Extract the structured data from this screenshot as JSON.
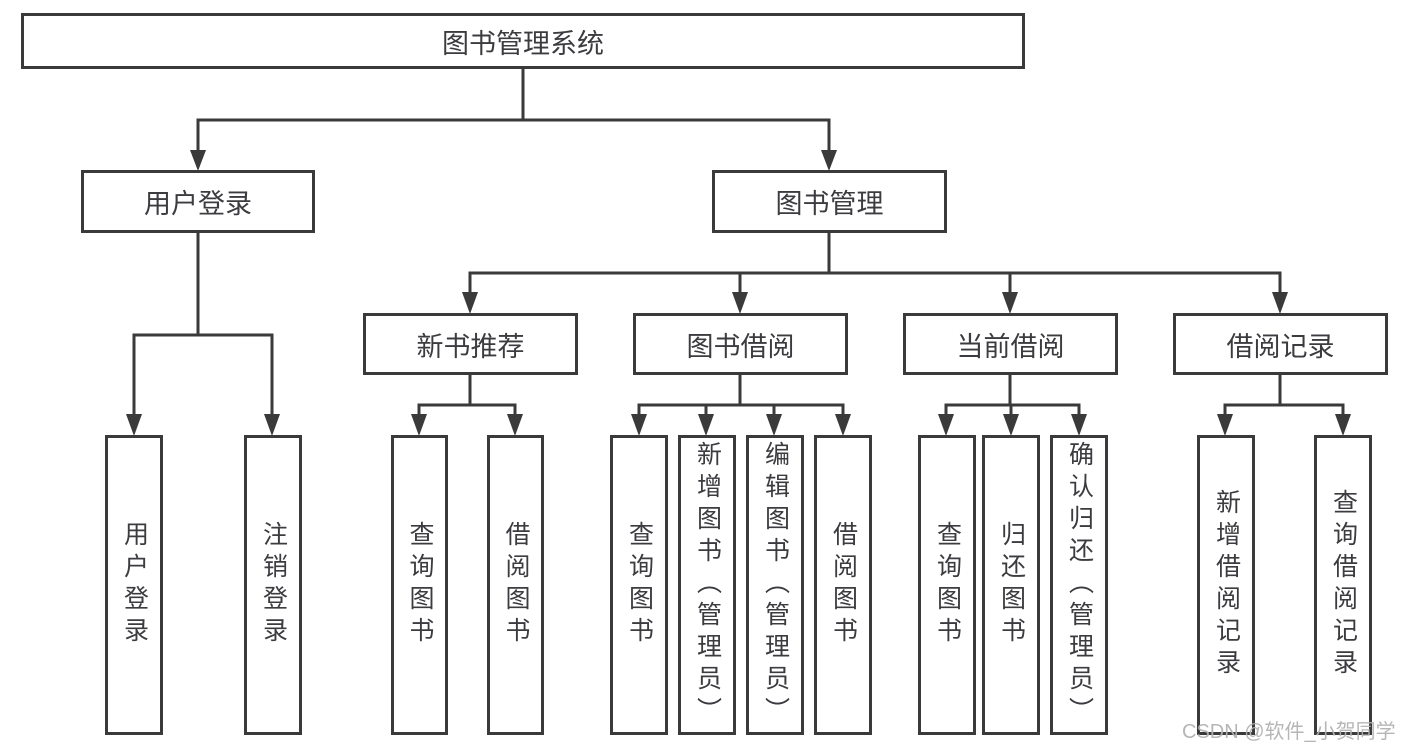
{
  "tree": {
    "label": "图书管理系统",
    "children": [
      {
        "label": "用户登录",
        "children": [
          {
            "label": "用户登录"
          },
          {
            "label": "注销登录"
          }
        ]
      },
      {
        "label": "图书管理",
        "children": [
          {
            "label": "新书推荐",
            "children": [
              {
                "label": "查询图书"
              },
              {
                "label": "借阅图书"
              }
            ]
          },
          {
            "label": "图书借阅",
            "children": [
              {
                "label": "查询图书"
              },
              {
                "label": "新增图书（管理员）"
              },
              {
                "label": "编辑图书（管理员）"
              },
              {
                "label": "借阅图书"
              }
            ]
          },
          {
            "label": "当前借阅",
            "children": [
              {
                "label": "查询图书"
              },
              {
                "label": "归还图书"
              },
              {
                "label": "确认归还（管理员）"
              }
            ]
          },
          {
            "label": "借阅记录",
            "children": [
              {
                "label": "新增借阅记录"
              },
              {
                "label": "查询借阅记录"
              }
            ]
          }
        ]
      }
    ]
  },
  "watermark": {
    "text": "CSDN @软件_小贺同学"
  },
  "colors": {
    "line": "#3a3a3a",
    "box_border": "#3a3a3a",
    "text": "#3c3c40",
    "background": "#ffffff",
    "watermark": "#b2b2b2"
  }
}
